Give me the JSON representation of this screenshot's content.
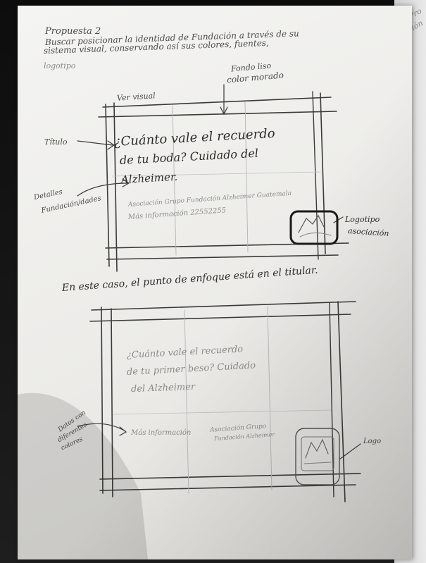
{
  "notebook": {
    "header": {
      "title": "Propuesta 2",
      "line1": "Buscar posicionar la identidad de Fundación a través de su",
      "line2": "sistema visual, conservando así sus colores, fuentes,",
      "line3": "logotipo"
    },
    "sketch1": {
      "label_fondo_line1": "Fondo liso",
      "label_fondo_line2": "color morado",
      "label_ver_visual": "Ver visual",
      "label_titulo": "Título",
      "headline_line1": "¿Cuánto vale el recuerdo",
      "headline_line2": "de tu boda? Cuidado del",
      "headline_line3": "Alzheimer.",
      "label_detalles_line1": "Detalles",
      "label_detalles_line2": "Fundación/dades",
      "contact_line1": "Asociación Grupo Fundación Alzheimer Guatemala",
      "contact_line2": "Más información 22552255",
      "label_logotipo_line1": "Logotipo",
      "label_logotipo_line2": "asociación"
    },
    "focus_note": "En este caso, el punto de enfoque está en el titular.",
    "sketch2": {
      "headline_line1": "¿Cuánto vale el recuerdo",
      "headline_line2": "de tu primer beso? Cuidado",
      "headline_line3": "del Alzheimer",
      "more_info": "Más información",
      "assoc_line1": "Asociación Grupo",
      "assoc_line2": "Fundación Alzheimer",
      "label_datos_line1": "Datos con",
      "label_datos_line2": "diferentes",
      "label_datos_line3": "colores",
      "label_logo": "Logo"
    },
    "right_page_fragment_line1": "Pro",
    "right_page_fragment_line2": "ción"
  }
}
